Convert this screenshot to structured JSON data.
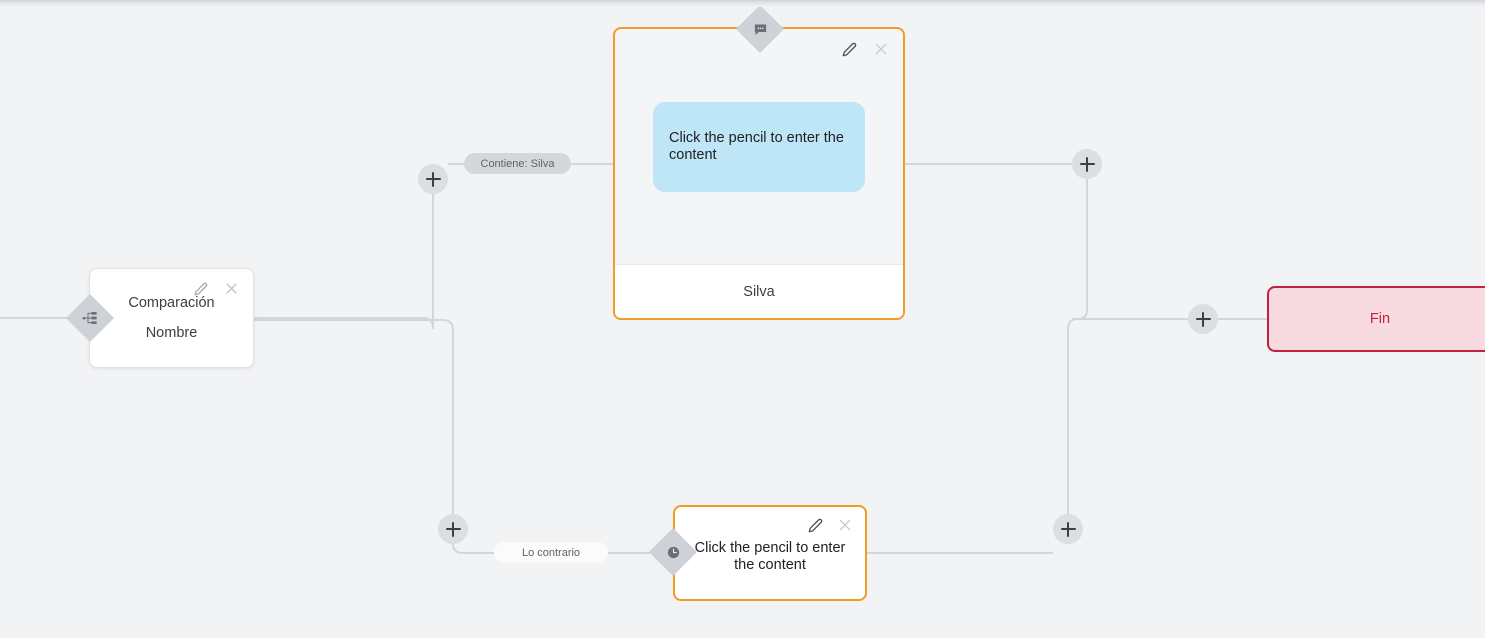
{
  "canvas": {
    "background": "#f2f3f5",
    "accent_orange": "#f59a23",
    "accent_red": "#c2223f",
    "bubble_blue": "#bfe6f7",
    "wire_color": "#d3d6da"
  },
  "nodes": {
    "comparison": {
      "title": "Comparación",
      "subtitle": "Nombre",
      "diamond_icon": "branch-hierarchy-icon",
      "edit_icon": "pencil-icon",
      "close_icon": "close-icon"
    },
    "message_top": {
      "bubble_text": "Click the pencil to enter the content",
      "footer_label": "Silva",
      "diamond_icon": "speech-bubble-icon",
      "edit_icon": "pencil-icon",
      "close_icon": "close-icon"
    },
    "message_bottom": {
      "body_text": "Click the pencil to enter the content",
      "diamond_icon": "clock-icon",
      "edit_icon": "pencil-icon",
      "close_icon": "close-icon"
    },
    "end": {
      "label": "Fin"
    }
  },
  "edge_labels": {
    "branch_true": "Contiene: Silva",
    "branch_false": "Lo contrario"
  },
  "add_buttons": [
    {
      "name": "add-node-branch-true",
      "icon": "plus-icon"
    },
    {
      "name": "add-node-branch-false",
      "icon": "plus-icon"
    },
    {
      "name": "add-node-after-message-top",
      "icon": "plus-icon"
    },
    {
      "name": "add-node-after-message-bottom",
      "icon": "plus-icon"
    },
    {
      "name": "add-node-before-end",
      "icon": "plus-icon"
    }
  ]
}
